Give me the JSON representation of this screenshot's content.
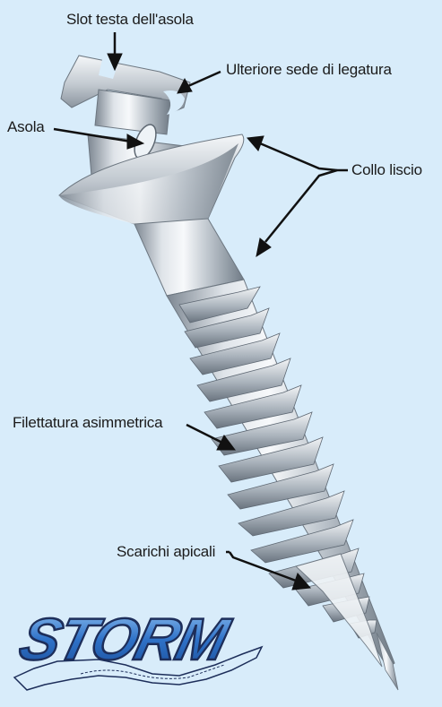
{
  "background": "#d8ecfa",
  "labels": {
    "slot_head": "Slot testa dell'asola",
    "extra_ligature": "Ulteriore sede di legatura",
    "slot": "Asola",
    "smooth_neck": "Collo liscio",
    "asym_thread": "Filettatura asimmetrica",
    "apical_reliefs": "Scarichi apicali"
  },
  "logo": {
    "text": "STORM",
    "fill": "#2a6bc4",
    "outline": "#1d2e5a"
  },
  "colors": {
    "metal_light": "#f4f6f8",
    "metal_mid": "#b9c1c9",
    "metal_dark": "#6f7a85",
    "arrow": "#111111"
  }
}
